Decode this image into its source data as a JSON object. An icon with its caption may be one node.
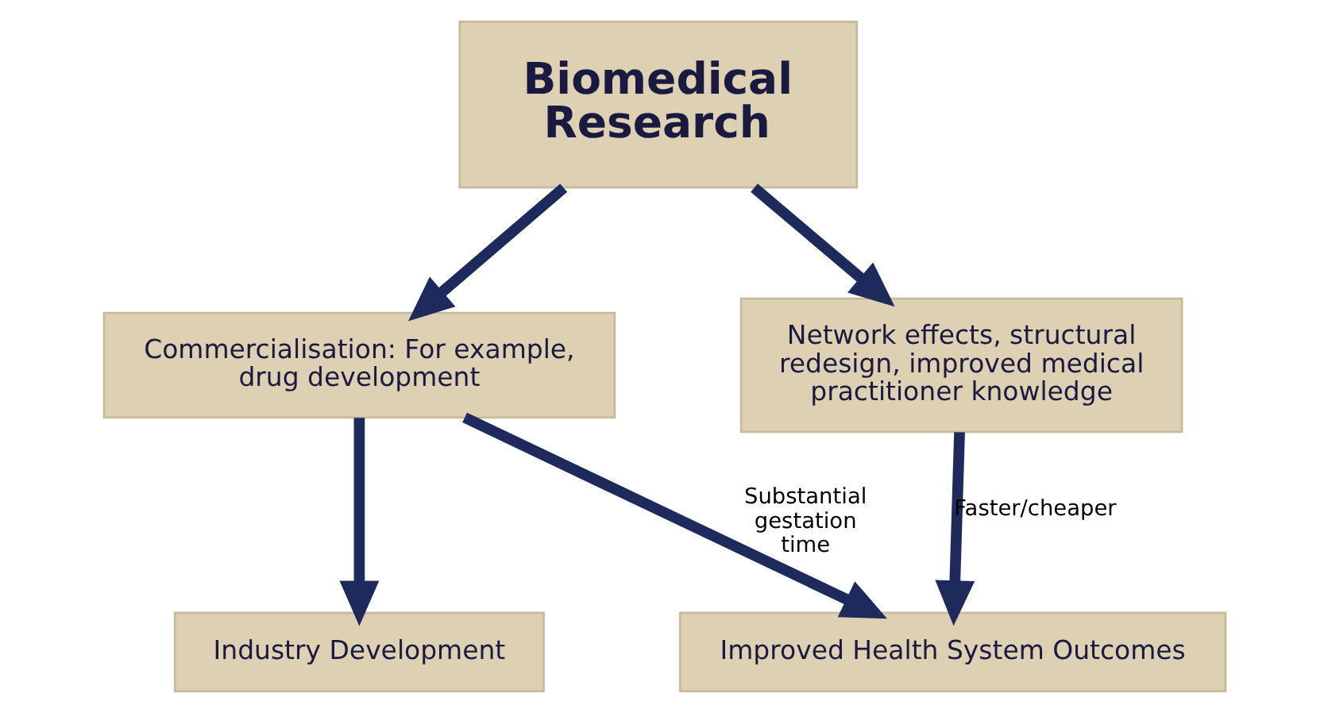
{
  "diagram": {
    "nodes": [
      {
        "text": [
          "Biomedical Research"
        ]
      },
      {
        "text": [
          "Commercialisation: For example, drug development"
        ]
      },
      {
        "text": [
          "Network effects, structural redesign, improved medical practitioner knowledge"
        ]
      },
      {
        "text": [
          "Industry Development"
        ]
      },
      {
        "text": [
          "Improved Health System Outcomes"
        ]
      }
    ],
    "edges": [
      {
        "from": 0,
        "to": 1,
        "arrow": "to"
      },
      {
        "from": 0,
        "to": 2,
        "arrow": "to"
      },
      {
        "from": 1,
        "to": 3,
        "arrow": "to"
      },
      {
        "from": 1,
        "to": 4,
        "arrow": "to",
        "label": "Substantial gestation time"
      },
      {
        "from": 2,
        "to": 4,
        "arrow": "to",
        "label": "Faster/cheaper"
      }
    ]
  }
}
